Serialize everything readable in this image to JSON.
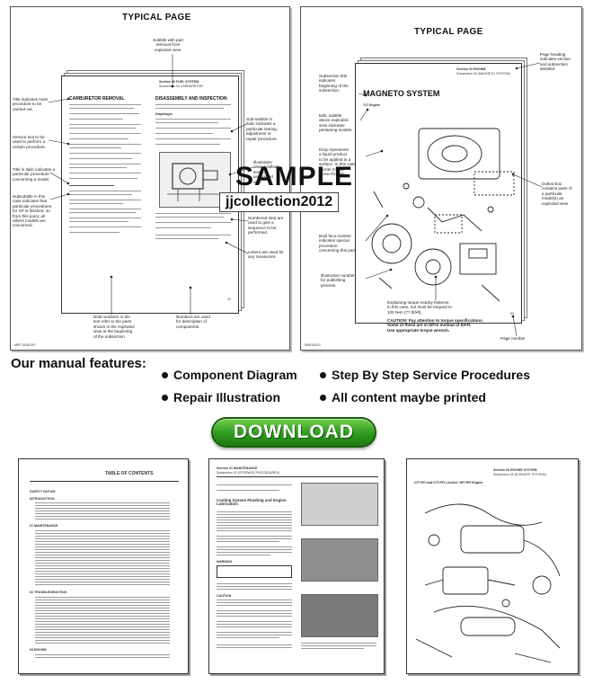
{
  "panel_left": {
    "title": "TYPICAL PAGE",
    "callouts": {
      "subtitle_with_part": "Subtitle with part\nremoval from\nexploded view.",
      "title_main": "Title indicates main\nprocedure to be\ncarried out.",
      "service_tool": "Service tool to be\nused to perform a\ncertain procedure.",
      "title_italic": "Title in italic indicates a\nparticular procedure\nconcerning a model.",
      "subsubtitle_case": "Subsubtitle in this\ncase indicates that\nparticular procedures\nfor XP is finished, so\nfrom this point, all\nothers models are\nconcerned.",
      "subsubtitle_italic": "Sub-subtitle in\nitalic indicates a\nparticular testing,\nadjustment or\nrepair procedure.",
      "illustration_always": "Illustration\nalways follows\ntext it is\nassociated\nwith.",
      "numbered_step": "Numbered step are\nused to give a\nsequence to be\nperformed.",
      "letters_used": "Letters are used for\nany measurers.",
      "bold_numbers": "Bold numbers in the\ntext refer to the parts\nshown in the exploded\nview at the beginning\nof the subsection.",
      "numbers_used": "Numbers are used\nfor description of\ncomponents."
    },
    "page": {
      "section": "Section 06  FUEL SYSTEM",
      "subsection": "Subsection 02  CARBURETOR",
      "heading_left": "CARBURETOR REMOVAL",
      "heading_right": "DISASSEMBLY AND INSPECTION",
      "sub_right": "Diaphragm",
      "footer_left": "MPF-0006-007",
      "page_no": "10"
    }
  },
  "panel_right": {
    "title": "TYPICAL PAGE",
    "callouts": {
      "subsection_title": "Subsection title\nindicates\nbeginning of the\nsubsection.",
      "page_heading": "Page heading\nindicates section\nand subsection\ndetailed.",
      "italic_subtitle": "Italic subtitle\nabove exploded\nview indicates\npertaining models.",
      "drop_represents": "Drop represents\na liquid product\nto be applied to a\nsurface. In this case\nLoctite 243 to\nscrew threads.",
      "dotted_box": "Dotted box\ncontains parts of\na particular\nmodel(s) as\nexploded view.",
      "bold_face": "Bold face number\nindicates special\nprocedure\nconcerning this part.",
      "illustration_number": "Illustration number\nfor publishing\nprocess.",
      "explaining_torque": "Explaining torque nearby fastener.\nIn this case, nut must be torqued to\n105 N•m (77 lbf•ft).",
      "caution": "CAUTION: Pay attention to torque specifications.\nSome of these are in lbf•in instead of lbf•ft.\nUse appropriate torque wrench.",
      "page_number": "Page number"
    },
    "page": {
      "section": "Section 03  ENGINE",
      "subsection": "Subsection 05  (MAGNETO SYSTEM)",
      "heading": "MAGNETO SYSTEM",
      "subheading": "717 Engine",
      "footer_left": "MMO05-01",
      "page_no": "93"
    }
  },
  "watermark": {
    "title": "SAMPLE",
    "subtitle": "jjcollection2012"
  },
  "features": {
    "heading": "Our manual features:",
    "items": [
      "Component Diagram",
      "Step By Step Service Procedures",
      "Repair Illustration",
      "All content maybe printed"
    ]
  },
  "download": {
    "label": "DOWNLOAD"
  },
  "thumbnails": {
    "toc": {
      "title": "TABLE OF CONTENTS",
      "rows": [
        "SAFETY NOTICE",
        "INTRODUCTION",
        "01   MAINTENANCE",
        "02   TROUBLESHOOTING",
        "03   ENGINE"
      ]
    },
    "maintenance": {
      "section": "Section 01  MAINTENANCE",
      "subsection": "Subsection 02  (STORAGE PROCEDURES)",
      "heading": "Cooling System Flushing and Engine Lubrication",
      "warning": "WARNING",
      "caution": "CAUTION"
    },
    "exhaust": {
      "section": "Section 03  ENGINE SYSTEM",
      "subsection": "Subsection 02  (EXHAUST SYSTEM)",
      "heading": "GTI RFI and GTI RFI Limited / RFI RFI Engine"
    }
  },
  "colors": {
    "button_green": "#2e9a1e",
    "button_border": "#1b5e10"
  }
}
